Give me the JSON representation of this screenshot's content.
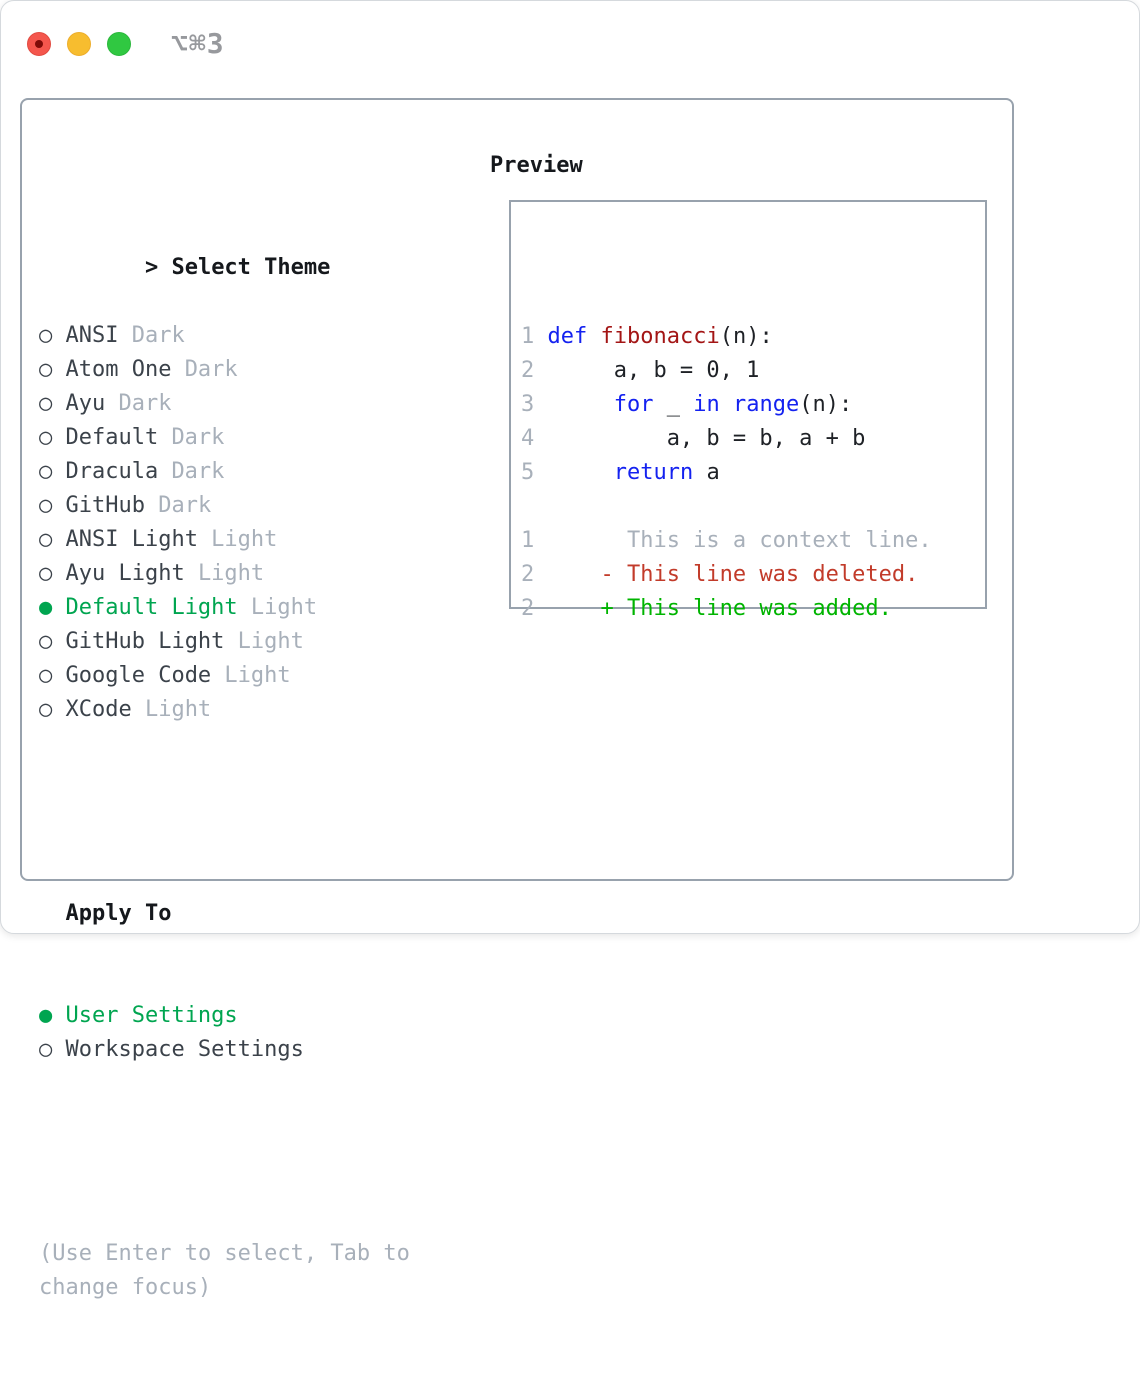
{
  "window": {
    "shortcut": "⌥⌘3"
  },
  "icons": {
    "radio_selected": "●",
    "radio_unselected": "○",
    "prompt": ">"
  },
  "theme_picker": {
    "prompt": ">",
    "title": "Select Theme",
    "items": [
      {
        "name": "ANSI",
        "tag": "Dark",
        "selected": false
      },
      {
        "name": "Atom One",
        "tag": "Dark",
        "selected": false
      },
      {
        "name": "Ayu",
        "tag": "Dark",
        "selected": false
      },
      {
        "name": "Default",
        "tag": "Dark",
        "selected": false
      },
      {
        "name": "Dracula",
        "tag": "Dark",
        "selected": false
      },
      {
        "name": "GitHub",
        "tag": "Dark",
        "selected": false
      },
      {
        "name": "ANSI Light",
        "tag": "Light",
        "selected": false
      },
      {
        "name": "Ayu Light",
        "tag": "Light",
        "selected": false
      },
      {
        "name": "Default Light",
        "tag": "Light",
        "selected": true
      },
      {
        "name": "GitHub Light",
        "tag": "Light",
        "selected": false
      },
      {
        "name": "Google Code",
        "tag": "Light",
        "selected": false
      },
      {
        "name": "XCode",
        "tag": "Light",
        "selected": false
      }
    ]
  },
  "apply_to": {
    "title": "Apply To",
    "options": [
      {
        "label": "User Settings",
        "selected": true
      },
      {
        "label": "Workspace Settings",
        "selected": false
      }
    ]
  },
  "hint_lines": [
    "(Use Enter to select, Tab to",
    "change focus)"
  ],
  "preview": {
    "title": "Preview",
    "lines": [
      {
        "num": "1",
        "tokens": [
          {
            "c": "kw",
            "t": "def"
          },
          {
            "c": "plain",
            "t": " "
          },
          {
            "c": "fn",
            "t": "fibonacci"
          },
          {
            "c": "plain",
            "t": "(n):"
          }
        ]
      },
      {
        "num": "2",
        "tokens": [
          {
            "c": "plain",
            "t": "     a, b = 0, 1"
          }
        ]
      },
      {
        "num": "3",
        "tokens": [
          {
            "c": "plain",
            "t": "     "
          },
          {
            "c": "kw",
            "t": "for"
          },
          {
            "c": "plain",
            "t": " _ "
          },
          {
            "c": "kw",
            "t": "in"
          },
          {
            "c": "plain",
            "t": " "
          },
          {
            "c": "kw",
            "t": "range"
          },
          {
            "c": "plain",
            "t": "(n):"
          }
        ]
      },
      {
        "num": "4",
        "tokens": [
          {
            "c": "plain",
            "t": "         a, b = b, a + b"
          }
        ]
      },
      {
        "num": "5",
        "tokens": [
          {
            "c": "plain",
            "t": "     "
          },
          {
            "c": "kw",
            "t": "return"
          },
          {
            "c": "plain",
            "t": " a"
          }
        ]
      },
      {
        "num": "",
        "tokens": []
      },
      {
        "num": "1",
        "tokens": [
          {
            "c": "muted",
            "t": "      This is a context line."
          }
        ]
      },
      {
        "num": "2",
        "tokens": [
          {
            "c": "del",
            "t": "    - This line was deleted."
          }
        ]
      },
      {
        "num": "2",
        "tokens": [
          {
            "c": "add",
            "t": "    + This line was added."
          }
        ]
      }
    ]
  },
  "colors": {
    "accent_green": "#00A550",
    "keyword_blue": "#1422F0",
    "function_red": "#A31515",
    "diff_red": "#C23B2A",
    "diff_green": "#00B400",
    "muted_gray": "#A8B0BA",
    "text_dark": "#3B424A",
    "heading_black": "#15181C",
    "border_gray": "#98A2AD",
    "traffic_red": "#F4564D",
    "traffic_yellow": "#F7BD2F",
    "traffic_green": "#30C841",
    "titlebar_gray": "#97999D"
  }
}
